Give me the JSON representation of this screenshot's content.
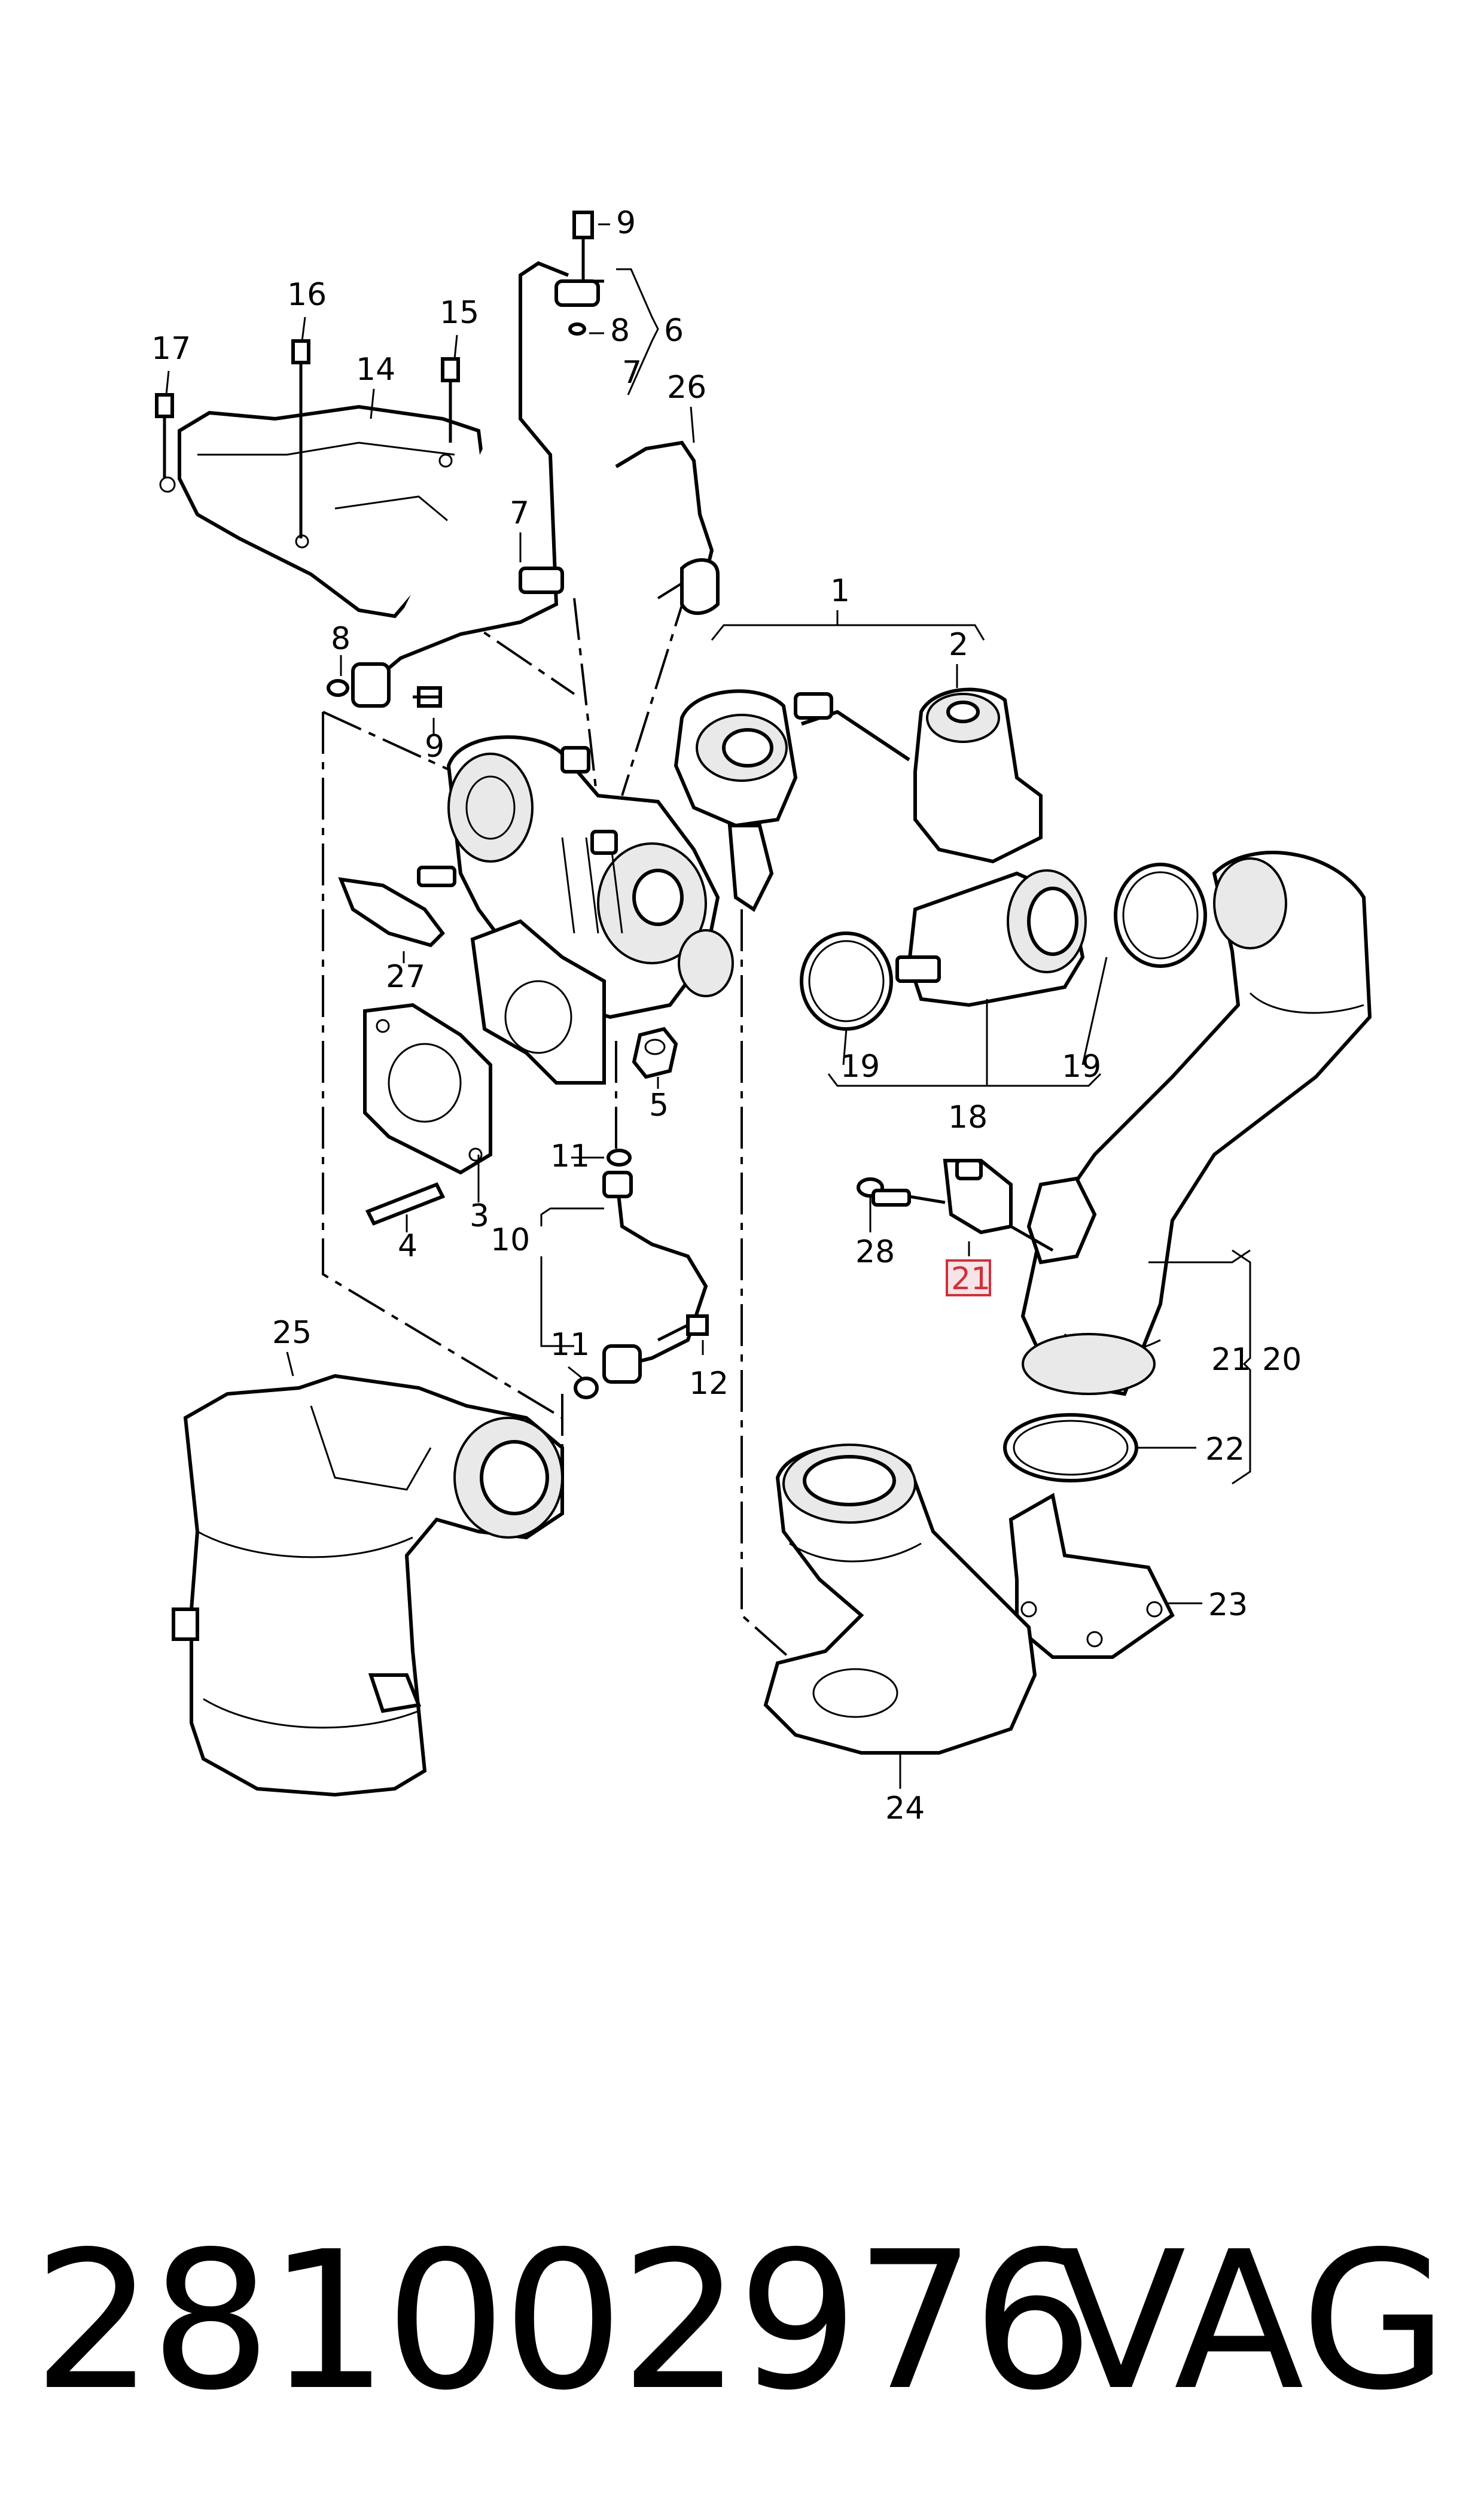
{
  "diagram": {
    "callouts": [
      {
        "id": "c1",
        "text": "1"
      },
      {
        "id": "c2",
        "text": "2"
      },
      {
        "id": "c3",
        "text": "3"
      },
      {
        "id": "c4",
        "text": "4"
      },
      {
        "id": "c5",
        "text": "5"
      },
      {
        "id": "c6",
        "text": "6"
      },
      {
        "id": "c7a",
        "text": "7"
      },
      {
        "id": "c7b",
        "text": "7"
      },
      {
        "id": "c8a",
        "text": "8"
      },
      {
        "id": "c8b",
        "text": "8"
      },
      {
        "id": "c9a",
        "text": "9"
      },
      {
        "id": "c9b",
        "text": "9"
      },
      {
        "id": "c10",
        "text": "10"
      },
      {
        "id": "c11a",
        "text": "11"
      },
      {
        "id": "c11b",
        "text": "11"
      },
      {
        "id": "c12",
        "text": "12"
      },
      {
        "id": "c14",
        "text": "14"
      },
      {
        "id": "c15",
        "text": "15"
      },
      {
        "id": "c16",
        "text": "16"
      },
      {
        "id": "c17",
        "text": "17"
      },
      {
        "id": "c18",
        "text": "18"
      },
      {
        "id": "c19a",
        "text": "19"
      },
      {
        "id": "c19b",
        "text": "19"
      },
      {
        "id": "c20",
        "text": "20"
      },
      {
        "id": "c21a",
        "text": "21"
      },
      {
        "id": "c21b",
        "text": "21"
      },
      {
        "id": "c22",
        "text": "22"
      },
      {
        "id": "c23",
        "text": "23"
      },
      {
        "id": "c24",
        "text": "24"
      },
      {
        "id": "c25",
        "text": "25"
      },
      {
        "id": "c26",
        "text": "26"
      },
      {
        "id": "c27",
        "text": "27"
      },
      {
        "id": "c28",
        "text": "28"
      }
    ],
    "highlighted_callout": "21",
    "highlight_color": "#d0303d"
  },
  "footer": {
    "part_number": "281002976",
    "brand": "VAG"
  }
}
